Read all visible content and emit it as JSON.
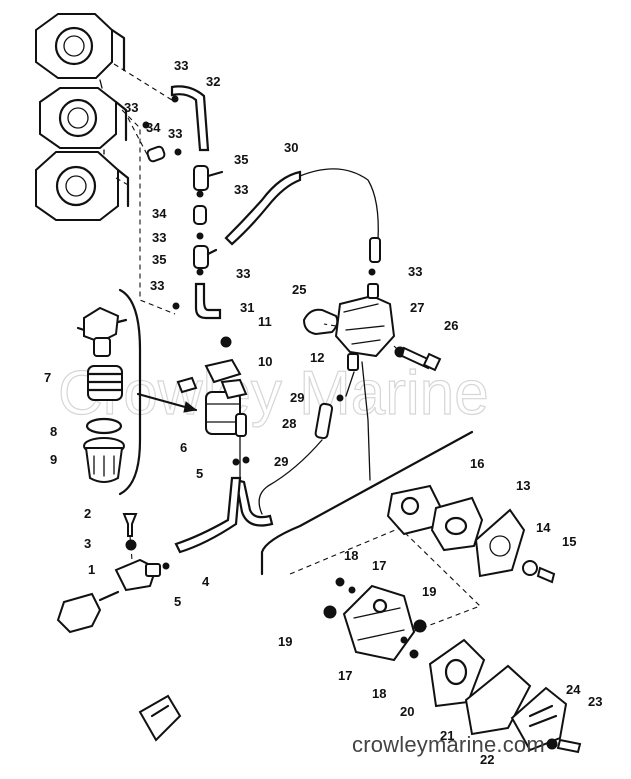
{
  "diagram": {
    "watermark": "Crowley Marine",
    "site_label": "crowleymarine.com",
    "callouts": [
      {
        "id": "c33a",
        "text": "33"
      },
      {
        "id": "c32",
        "text": "32"
      },
      {
        "id": "c33b",
        "text": "33"
      },
      {
        "id": "c34a",
        "text": "34"
      },
      {
        "id": "c33c",
        "text": "33"
      },
      {
        "id": "c35a",
        "text": "35"
      },
      {
        "id": "c30",
        "text": "30"
      },
      {
        "id": "c33d",
        "text": "33"
      },
      {
        "id": "c34b",
        "text": "34"
      },
      {
        "id": "c33e",
        "text": "33"
      },
      {
        "id": "c35b",
        "text": "35"
      },
      {
        "id": "c33f",
        "text": "33"
      },
      {
        "id": "c33g",
        "text": "33"
      },
      {
        "id": "c31",
        "text": "31"
      },
      {
        "id": "c33h",
        "text": "33"
      },
      {
        "id": "c25",
        "text": "25"
      },
      {
        "id": "c27",
        "text": "27"
      },
      {
        "id": "c26",
        "text": "26"
      },
      {
        "id": "c12",
        "text": "12"
      },
      {
        "id": "c11",
        "text": "11"
      },
      {
        "id": "c10",
        "text": "10"
      },
      {
        "id": "c7",
        "text": "7"
      },
      {
        "id": "c8",
        "text": "8"
      },
      {
        "id": "c9",
        "text": "9"
      },
      {
        "id": "c29a",
        "text": "29"
      },
      {
        "id": "c28",
        "text": "28"
      },
      {
        "id": "c6",
        "text": "6"
      },
      {
        "id": "c5a",
        "text": "5"
      },
      {
        "id": "c29b",
        "text": "29"
      },
      {
        "id": "c2",
        "text": "2"
      },
      {
        "id": "c3",
        "text": "3"
      },
      {
        "id": "c1",
        "text": "1"
      },
      {
        "id": "c4",
        "text": "4"
      },
      {
        "id": "c5b",
        "text": "5"
      },
      {
        "id": "c16",
        "text": "16"
      },
      {
        "id": "c13",
        "text": "13"
      },
      {
        "id": "c14",
        "text": "14"
      },
      {
        "id": "c15",
        "text": "15"
      },
      {
        "id": "c18a",
        "text": "18"
      },
      {
        "id": "c17a",
        "text": "17"
      },
      {
        "id": "c19a",
        "text": "19"
      },
      {
        "id": "c19b",
        "text": "19"
      },
      {
        "id": "c17b",
        "text": "17"
      },
      {
        "id": "c18b",
        "text": "18"
      },
      {
        "id": "c20",
        "text": "20"
      },
      {
        "id": "c21",
        "text": "21"
      },
      {
        "id": "c22",
        "text": "22"
      },
      {
        "id": "c24",
        "text": "24"
      },
      {
        "id": "c23",
        "text": "23"
      }
    ]
  }
}
